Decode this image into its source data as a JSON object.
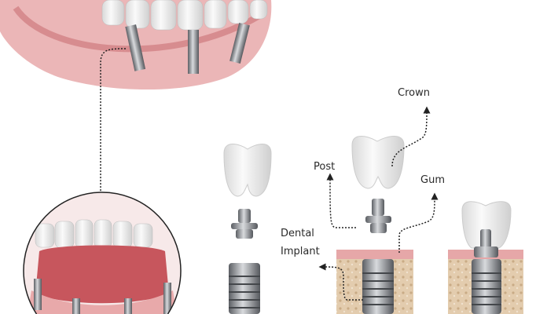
{
  "labels": {
    "crown": "Crown",
    "post": "Post",
    "gum": "Gum",
    "dental_implant_line1": "Dental",
    "dental_implant_line2": "Implant"
  },
  "colors": {
    "gum": "#e9a5a8",
    "tooth": "#eeeeee",
    "metal": "#8a8d92",
    "bone": "#dcc3a4"
  }
}
